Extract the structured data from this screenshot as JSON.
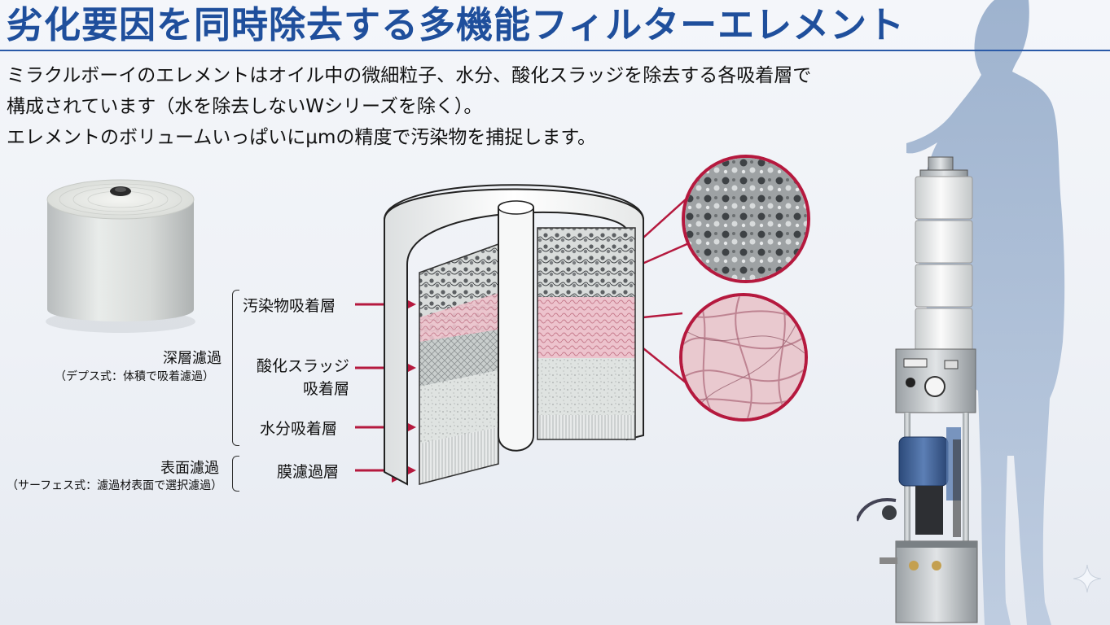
{
  "title": "劣化要因を同時除去する多機能フィルターエレメント",
  "intro": {
    "line1": "ミラクルボーイのエレメントはオイル中の微細粒子、水分、酸化スラッジを除去する各吸着層で",
    "line2": "構成されています（水を除去しないWシリーズを除く）。",
    "line3": "エレメントのボリュームいっぱいにμmの精度で汚染物を捕捉します。"
  },
  "filtration": {
    "depth_label": "深層濾過",
    "depth_sub": "（デプス式：体積で吸着濾過）",
    "surface_label": "表面濾過",
    "surface_sub": "（サーフェス式：濾過材表面で選択濾過）"
  },
  "layers": {
    "contaminant": "汚染物吸着層",
    "sludge_line1": "酸化スラッジ",
    "sludge_line2": "吸着層",
    "water": "水分吸着層",
    "membrane": "膜濾過層"
  },
  "colors": {
    "title_blue": "#1f4f9c",
    "accent_red": "#b5193e",
    "silhouette": "#a9bcd6"
  },
  "icons": {
    "sparkle": "sparkle-icon"
  }
}
